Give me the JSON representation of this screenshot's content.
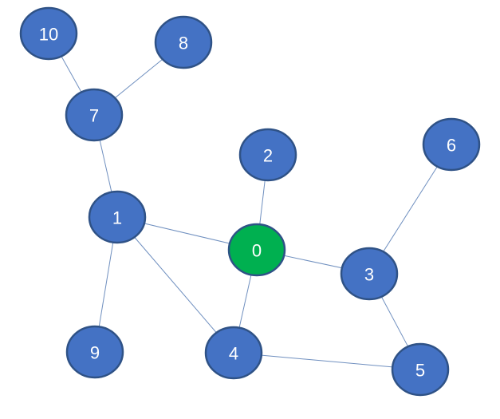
{
  "graph": {
    "colors": {
      "node_fill": "#4472c4",
      "node_stroke": "#2f5286",
      "highlight_fill": "#00b050",
      "highlight_stroke": "#2f5286",
      "edge": "#6f8fbf",
      "label": "#ffffff"
    },
    "highlighted_node": "0",
    "nodes": [
      {
        "id": "0",
        "label": "0"
      },
      {
        "id": "1",
        "label": "1"
      },
      {
        "id": "2",
        "label": "2"
      },
      {
        "id": "3",
        "label": "3"
      },
      {
        "id": "4",
        "label": "4"
      },
      {
        "id": "5",
        "label": "5"
      },
      {
        "id": "6",
        "label": "6"
      },
      {
        "id": "7",
        "label": "7"
      },
      {
        "id": "8",
        "label": "8"
      },
      {
        "id": "9",
        "label": "9"
      },
      {
        "id": "10",
        "label": "10"
      }
    ],
    "edges": [
      {
        "from": "10",
        "to": "7"
      },
      {
        "from": "8",
        "to": "7"
      },
      {
        "from": "7",
        "to": "1"
      },
      {
        "from": "1",
        "to": "0"
      },
      {
        "from": "1",
        "to": "9"
      },
      {
        "from": "1",
        "to": "4"
      },
      {
        "from": "2",
        "to": "0"
      },
      {
        "from": "0",
        "to": "3"
      },
      {
        "from": "0",
        "to": "4"
      },
      {
        "from": "6",
        "to": "3"
      },
      {
        "from": "3",
        "to": "5"
      },
      {
        "from": "4",
        "to": "5"
      }
    ]
  }
}
